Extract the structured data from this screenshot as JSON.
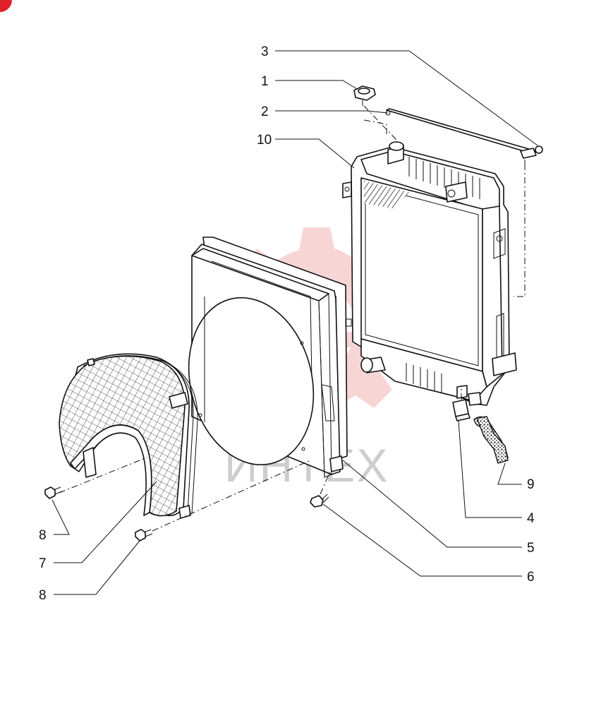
{
  "watermark": {
    "text": "ИНТЕХ",
    "color": "#f3b3b3"
  },
  "callouts": [
    {
      "id": "c3a",
      "label": "3"
    },
    {
      "id": "c1",
      "label": "1"
    },
    {
      "id": "c2",
      "label": "2"
    },
    {
      "id": "c10",
      "label": "10"
    },
    {
      "id": "c9",
      "label": "9"
    },
    {
      "id": "c4",
      "label": "4"
    },
    {
      "id": "c5",
      "label": "5"
    },
    {
      "id": "c6",
      "label": "6"
    },
    {
      "id": "c8a",
      "label": "8"
    },
    {
      "id": "c7",
      "label": "7"
    },
    {
      "id": "c8b",
      "label": "8"
    }
  ],
  "colors": {
    "line": "#111111",
    "watermark_gear": "#f3b3b3",
    "corner_marker": "#e0202a"
  }
}
